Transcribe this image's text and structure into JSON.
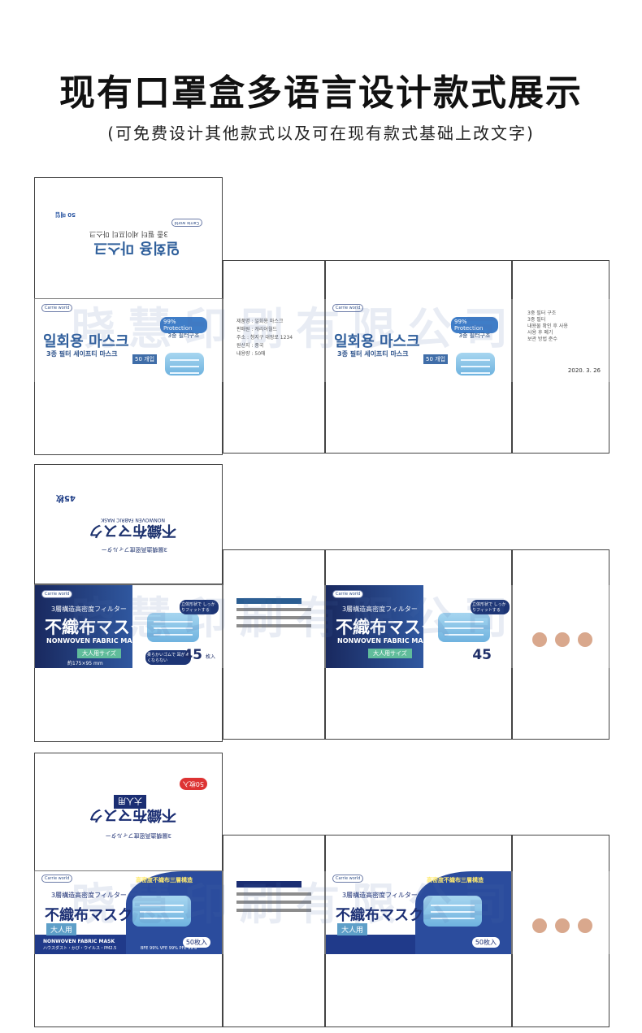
{
  "title": "现有口罩盒多语言设计款式展示",
  "subtitle": "(可免费设计其他款式以及可在现有款式基础上改文字)",
  "watermark": "晓慧印刷有限公司",
  "layouts": [
    {
      "language": "Korean",
      "brand": "Carrie world",
      "protection": "99% Protection",
      "product_name": "일회용 마스크",
      "subtitle": "3종 필터 세이프티 마스크",
      "filter_note": "3중 필터구조",
      "count_text": "50 개입",
      "top_count": "50 매입",
      "side_lines": [
        "3중 필터 구조",
        "3중 필터",
        "내용물 확인 후 사용",
        "사용 후 폐기",
        "보관 방법 준수"
      ],
      "date": "2020. 3. 26",
      "info_lines": [
        "제품명 : 일회용 마스크",
        "판매원 : 캐리어월드",
        "주소 : 청지구 대장로 1234",
        "원산지 : 중국",
        "내용량 : 50매"
      ]
    },
    {
      "language": "Japanese",
      "brand": "Carrie world",
      "top_line": "3層構造高密度フィルター",
      "product_name": "不織布マスク",
      "english_name": "NONWOVEN FABRIC MASK",
      "size_label": "大人用サイズ",
      "size_value": "約175×95 mm",
      "count_text": "45",
      "count_unit": "枚入",
      "callout": "立体形状で しっかりフィットする",
      "soft_note": "柔らかいゴムで 耳が痛くならない",
      "flipped_count": "45枚",
      "flipped_name": "不織布マスク",
      "flipped_small": "NONWOVEN FABRIC MASK",
      "flipped_top": "3層構造高密度フィルター"
    },
    {
      "language": "Japanese Blue",
      "brand": "Carrie world",
      "top_line": "3層構造高密度フィルター",
      "banner": "高密度不織布三層構造",
      "product_name": "不織布マスク",
      "size_label": "大人用",
      "english_name": "NONWOVEN FABRIC MASK",
      "sub_small": "ハウスダスト・かび・ウイルス・PM2.5",
      "count_text": "50枚入",
      "filter_note": "BFE 99% VFE 99% PFE 99%",
      "flipped_count": "50枚入",
      "flipped_name": "不織布マスク",
      "flipped_size": "大人用",
      "flipped_top": "3層構造高密度フィルター"
    }
  ]
}
